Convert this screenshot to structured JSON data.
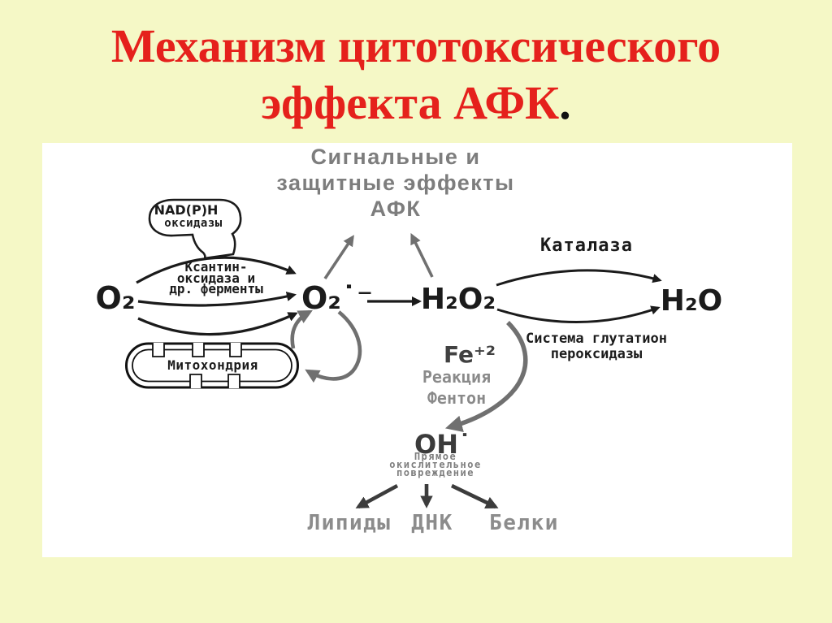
{
  "slide": {
    "title": {
      "line1": "Механизм цитотоксического",
      "line2": "эффекта АФК",
      "period": "."
    }
  },
  "diagram": {
    "signal": {
      "line1": "Сигнальные и",
      "line2": "защитные эффекты",
      "line3": "АФК"
    },
    "nadph": {
      "line1": "NAD(P)H",
      "line2": "оксидазы"
    },
    "enzymes": {
      "line1": "Ксантин-",
      "line2": "оксидаза и",
      "line3": "др. ферменты"
    },
    "mitochondria_label": "Митохондрия",
    "molecules": {
      "o2": "O₂",
      "superoxide": "O₂˙⁻",
      "h2o2": "H₂O₂",
      "h2o": "H₂O",
      "iron": "Fe⁺²",
      "hydroxyl": "OH˙"
    },
    "catalase_label": "Каталаза",
    "glutathione": {
      "line1": "Система глутатион",
      "line2": "пероксидазы"
    },
    "fenton": {
      "line1": "Реакция",
      "line2": "Фентон"
    },
    "damage": {
      "line1": "Прямое",
      "line2": "окислительное",
      "line3": "повреждение"
    },
    "targets": {
      "lipids": "Липиды",
      "dna": "ДНК",
      "proteins": "Белки"
    }
  },
  "colors": {
    "background": "#f5f8c6",
    "title_red": "#e5211c",
    "diagram_black": "#1b1b1b",
    "gray_text": "#7d7d7d",
    "gray_label": "#8a8a8a",
    "target_gray": "#8c8c8c",
    "gray_arrow": "#707070",
    "dark_gray": "#414141"
  }
}
